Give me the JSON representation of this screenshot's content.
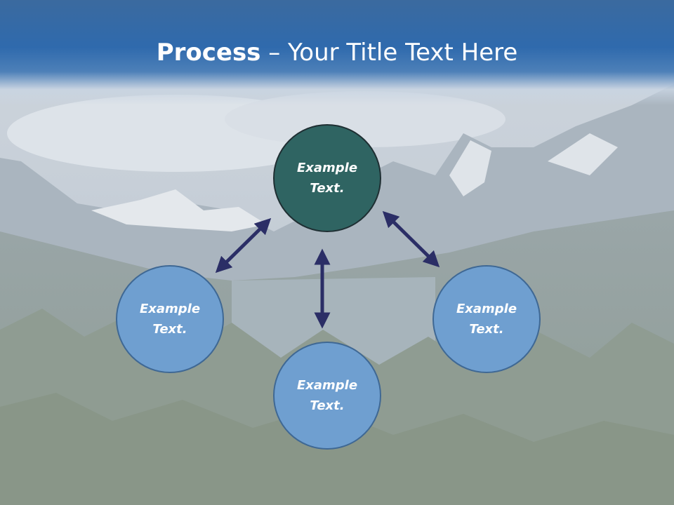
{
  "slide": {
    "title": {
      "bold": "Process",
      "rest": " – Your Title Text Here"
    },
    "colors": {
      "header_blue": "#2f6aad",
      "center_fill": "#2f6462",
      "outer_fill": "#6f9fd0",
      "arrow": "#2b2e66"
    }
  },
  "diagram": {
    "center": {
      "label": "Example Text."
    },
    "nodes": [
      {
        "id": "left",
        "label": "Example Text."
      },
      {
        "id": "bottom",
        "label": "Example Text."
      },
      {
        "id": "right",
        "label": "Example Text."
      }
    ],
    "connectors": [
      {
        "from": "center",
        "to": "left",
        "type": "bidirectional"
      },
      {
        "from": "center",
        "to": "bottom",
        "type": "bidirectional"
      },
      {
        "from": "center",
        "to": "right",
        "type": "bidirectional"
      }
    ]
  }
}
